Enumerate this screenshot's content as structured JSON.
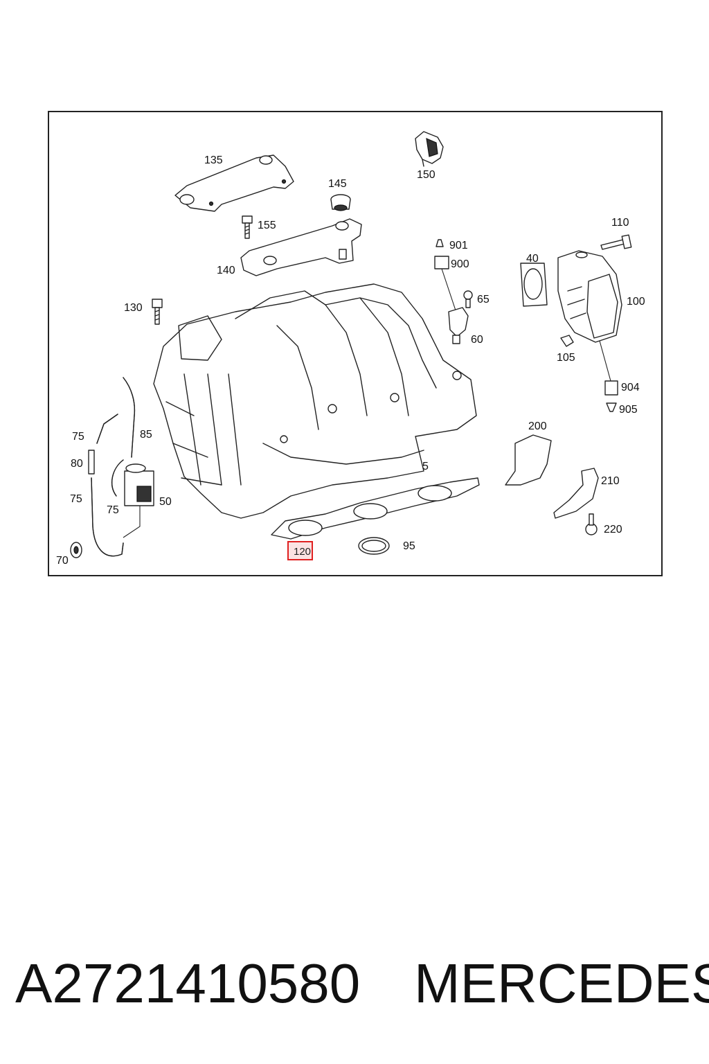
{
  "diagram": {
    "labels": [
      "135",
      "150",
      "145",
      "155",
      "140",
      "110",
      "901",
      "900",
      "40",
      "65",
      "100",
      "130",
      "60",
      "105",
      "904",
      "905",
      "85",
      "75",
      "200",
      "80",
      "5",
      "210",
      "75",
      "50",
      "75",
      "220",
      "95",
      "70",
      "120"
    ],
    "highlighted_label": "120",
    "highlight_color": "#e02020"
  },
  "footer": {
    "part_number": "A2721410580",
    "brand": "MERCEDES"
  }
}
